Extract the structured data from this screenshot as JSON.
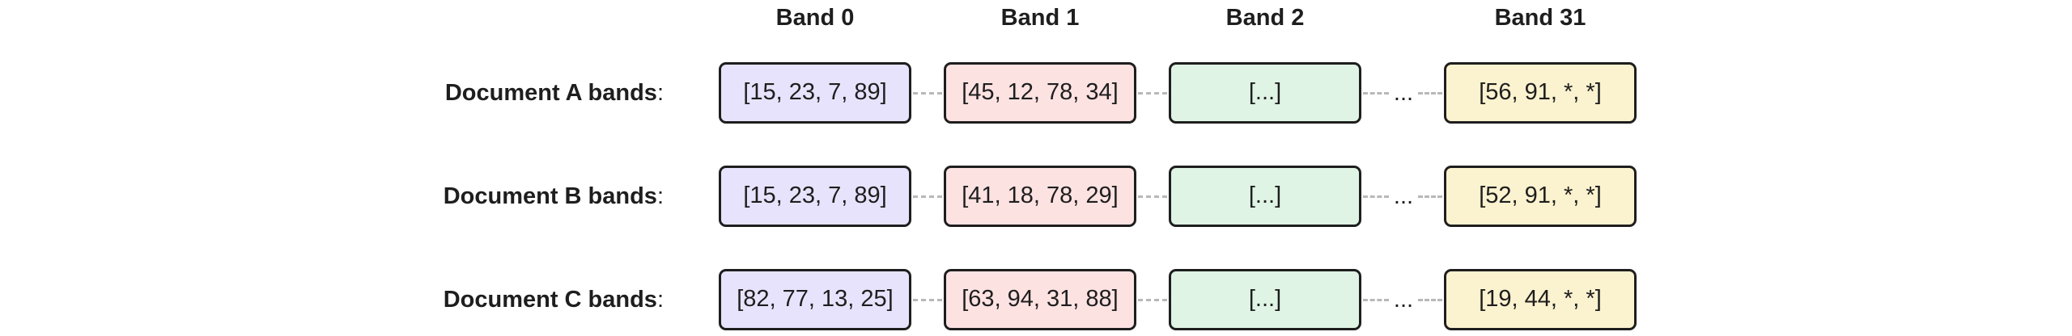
{
  "columns": [
    {
      "label": "Band 0",
      "color": "#e8e3fc"
    },
    {
      "label": "Band 1",
      "color": "#fde2e2"
    },
    {
      "label": "Band 2",
      "color": "#dff4e4"
    },
    {
      "label": "Band 31",
      "color": "#fbf2cf"
    }
  ],
  "ellipsis": "...",
  "rows": [
    {
      "name": "Document A bands",
      "colon": ":",
      "bands": [
        "[15, 23, 7, 89]",
        "[45, 12, 78, 34]",
        "[...]",
        "[56, 91, *, *]"
      ]
    },
    {
      "name": "Document B bands",
      "colon": ":",
      "bands": [
        "[15, 23, 7, 89]",
        "[41, 18, 78, 29]",
        "[...]",
        "[52, 91, *, *]"
      ]
    },
    {
      "name": "Document C bands",
      "colon": ":",
      "bands": [
        "[82, 77, 13, 25]",
        "[63, 94, 31, 88]",
        "[...]",
        "[19, 44, *, *]"
      ]
    }
  ]
}
